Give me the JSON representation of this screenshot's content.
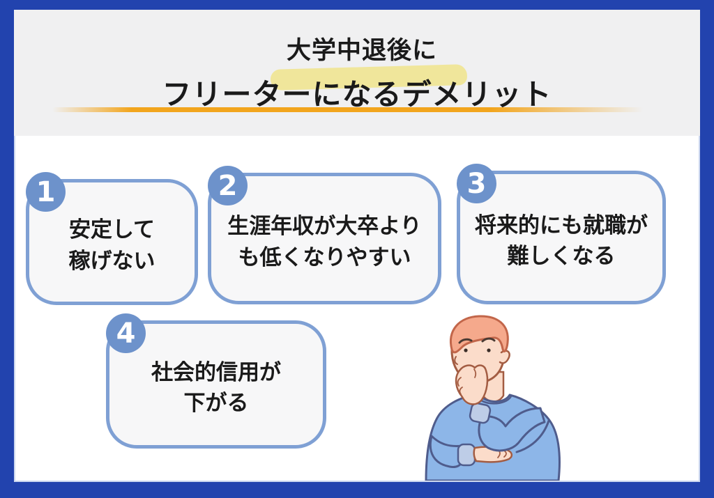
{
  "header": {
    "subtitle": "大学中退後に",
    "title": "フリーターになるデメリット"
  },
  "cards": [
    {
      "number": "1",
      "line1": "安定して",
      "line2": "稼げない"
    },
    {
      "number": "2",
      "line1": "生涯年収が大卒より",
      "line2": "も低くなりやすい"
    },
    {
      "number": "3",
      "line1": "将来的にも就職が",
      "line2": "難しくなる"
    },
    {
      "number": "4",
      "line1": "社会的信用が",
      "line2": "下がる"
    }
  ],
  "illustration": {
    "name": "thinking-man"
  },
  "colors": {
    "frame": "#2243ae",
    "header_bg": "#f0f0f1",
    "card_bg": "#f7f7f8",
    "card_border": "#7fa0d4",
    "badge_bg": "#6d92cb",
    "badge_text": "#ffffff",
    "highlight": "#f0e69b",
    "underline": "#f2a51d",
    "text": "#1a1a1a"
  }
}
